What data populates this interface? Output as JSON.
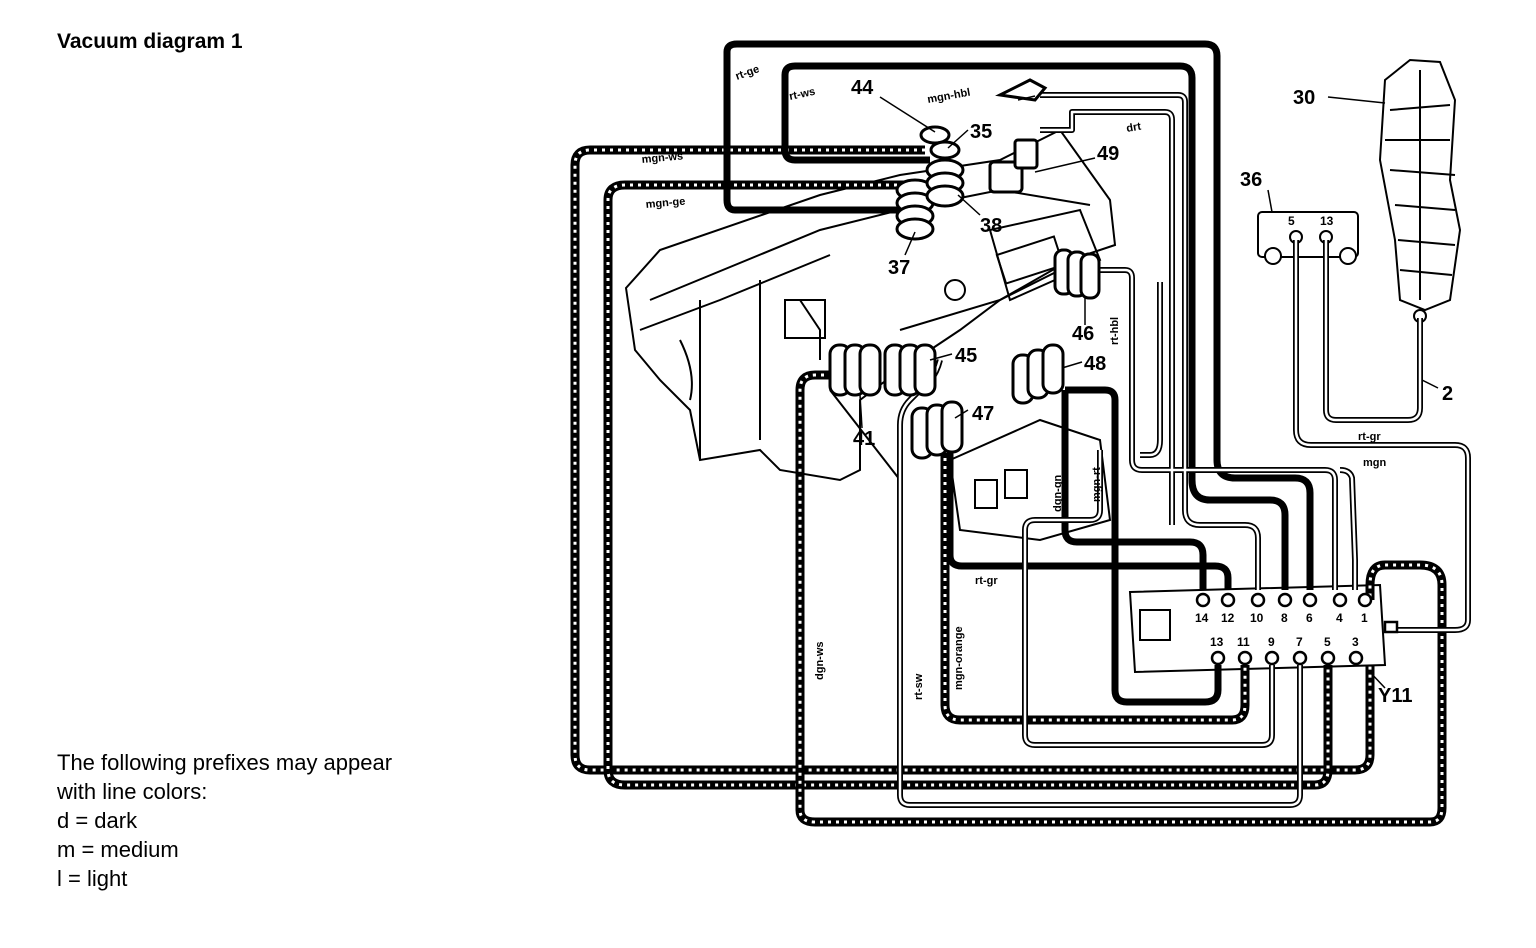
{
  "title": "Vacuum diagram 1",
  "legend": [
    "The following prefixes may appear",
    "with line colors:",
    "d = dark",
    "m = medium",
    "l = light"
  ],
  "components": [
    {
      "id": "c30",
      "label": "30"
    },
    {
      "id": "c36",
      "label": "36"
    },
    {
      "id": "c2",
      "label": "2"
    },
    {
      "id": "c44",
      "label": "44"
    },
    {
      "id": "c35",
      "label": "35"
    },
    {
      "id": "c49",
      "label": "49"
    },
    {
      "id": "c38",
      "label": "38"
    },
    {
      "id": "c37",
      "label": "37"
    },
    {
      "id": "c46",
      "label": "46"
    },
    {
      "id": "c45",
      "label": "45"
    },
    {
      "id": "c48",
      "label": "48"
    },
    {
      "id": "c47",
      "label": "47"
    },
    {
      "id": "c41",
      "label": "41"
    },
    {
      "id": "cY11",
      "label": "Y11"
    }
  ],
  "wire_labels": [
    {
      "id": "w1",
      "text": "rt-ge"
    },
    {
      "id": "w2",
      "text": "rt-ws"
    },
    {
      "id": "w3",
      "text": "mgn-hbl"
    },
    {
      "id": "w4",
      "text": "drt"
    },
    {
      "id": "w5",
      "text": "mgn-ws"
    },
    {
      "id": "w6",
      "text": "mgn-ge"
    },
    {
      "id": "w7",
      "text": "rt-hbl"
    },
    {
      "id": "w8",
      "text": "rt-gr"
    },
    {
      "id": "w9",
      "text": "mgn"
    },
    {
      "id": "w10",
      "text": "mgn-rt"
    },
    {
      "id": "w11",
      "text": "dgn-gn"
    },
    {
      "id": "w12",
      "text": "rt-gr"
    },
    {
      "id": "w13",
      "text": "dgn-ws"
    },
    {
      "id": "w14",
      "text": "rt-sw"
    },
    {
      "id": "w15",
      "text": "mgn-orange"
    }
  ],
  "switchover_valve": {
    "top_ports": [
      "14",
      "12",
      "10",
      "8",
      "6",
      "4",
      "1"
    ],
    "bottom_ports": [
      "13",
      "11",
      "9",
      "7",
      "5",
      "3"
    ]
  },
  "connector_36_ports": [
    "5",
    "13"
  ]
}
